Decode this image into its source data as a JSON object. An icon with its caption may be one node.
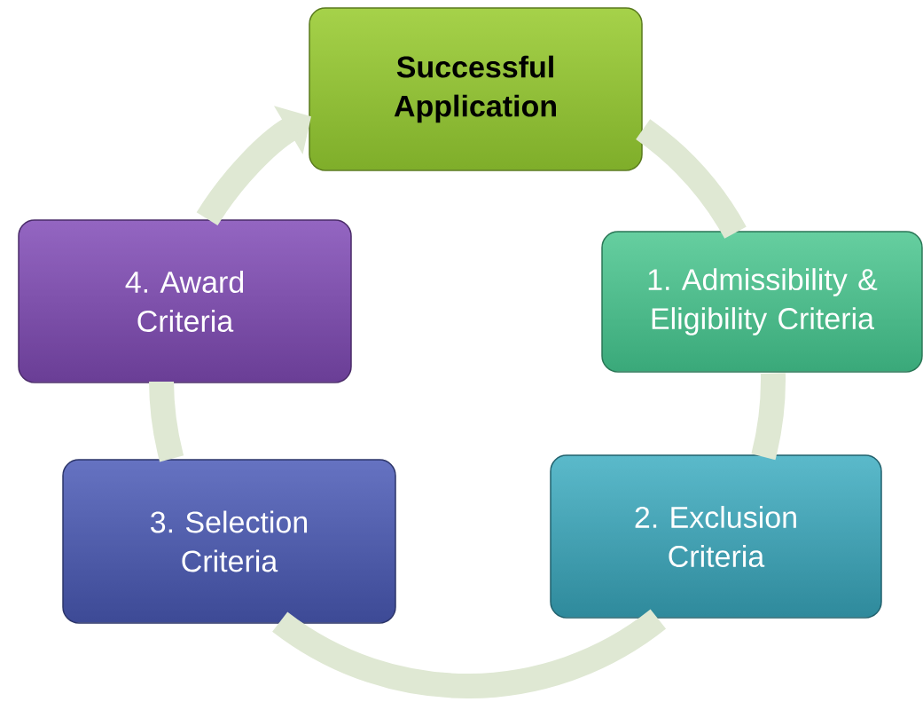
{
  "diagram": {
    "nodes": [
      {
        "text": [
          "Successful Application"
        ]
      },
      {
        "text": [
          "1. Admissibility & Eligibility Criteria"
        ]
      },
      {
        "text": [
          "2. Exclusion Criteria"
        ]
      },
      {
        "text": [
          "3. Selection Criteria"
        ]
      },
      {
        "text": [
          "4. Award Criteria"
        ]
      }
    ],
    "edges": [
      {
        "from": 0,
        "to": 1,
        "arrow": "none"
      },
      {
        "from": 1,
        "to": 2,
        "arrow": "none"
      },
      {
        "from": 2,
        "to": 3,
        "arrow": "none"
      },
      {
        "from": 3,
        "to": 4,
        "arrow": "none"
      },
      {
        "from": 4,
        "to": 0,
        "arrow": "to"
      }
    ]
  }
}
